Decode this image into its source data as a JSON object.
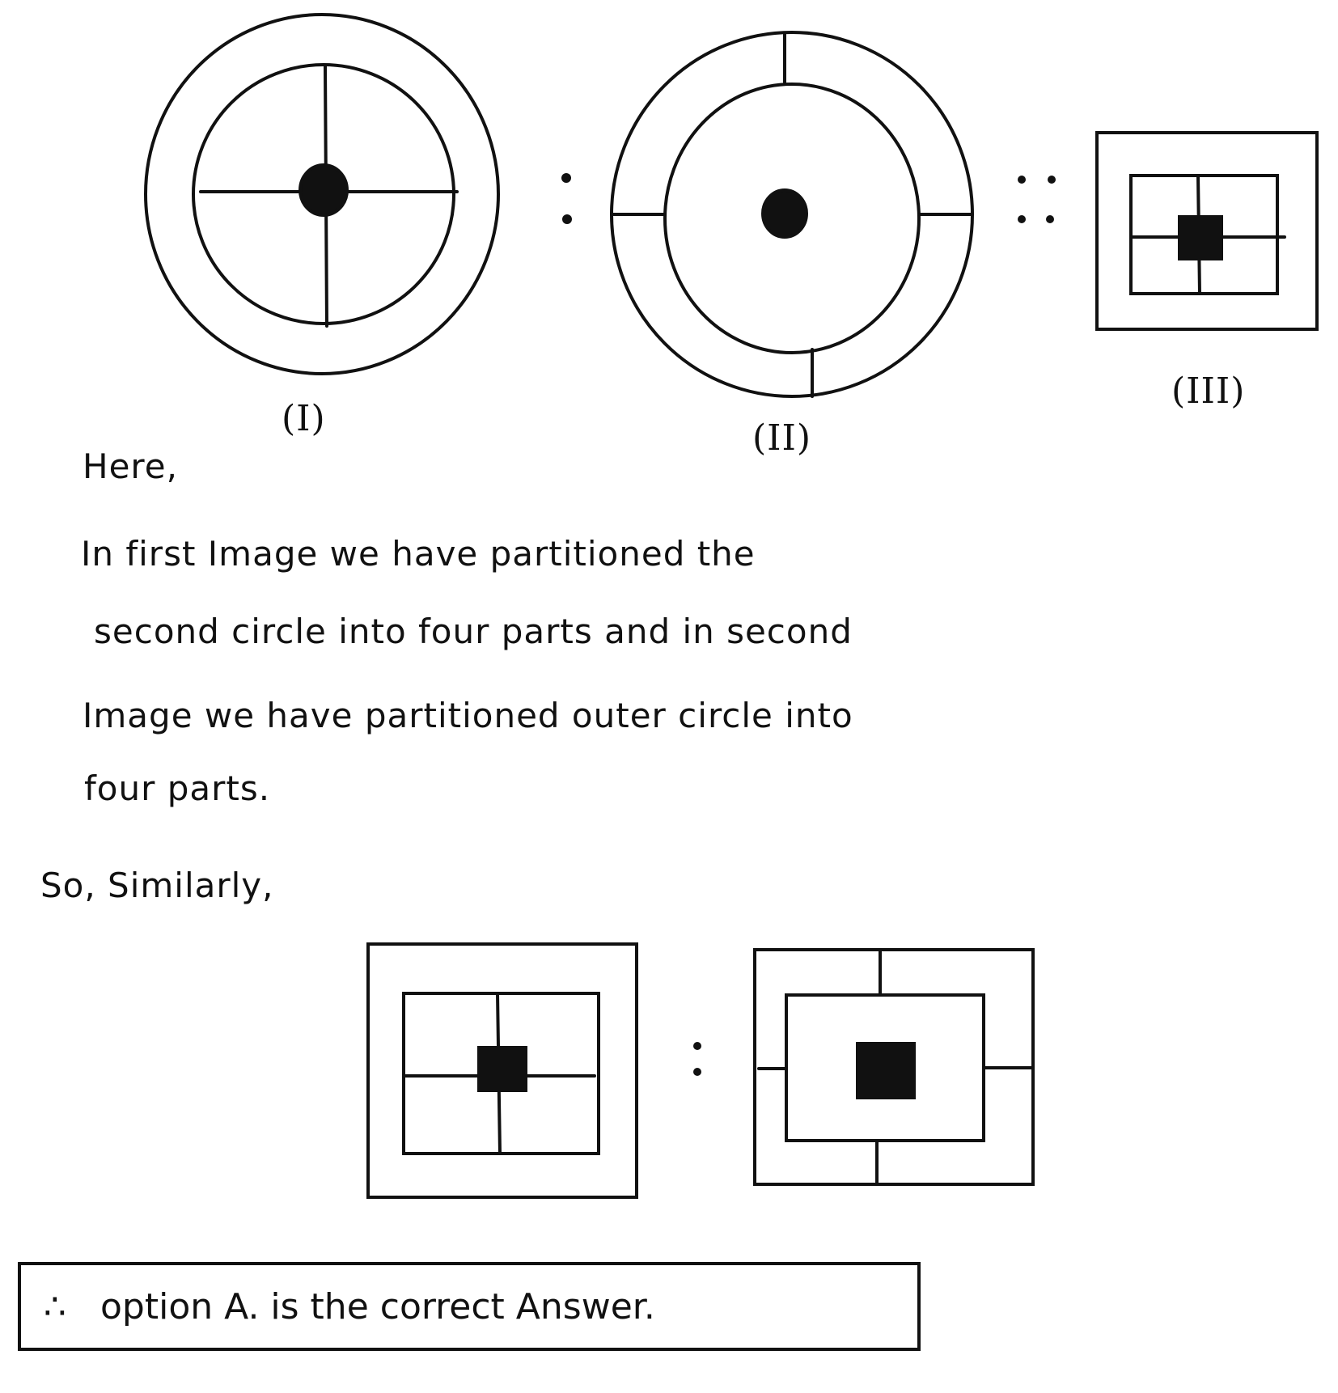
{
  "figure_labels": {
    "first": "(I)",
    "second": "(II)",
    "third": "(III)"
  },
  "explanation": {
    "intro": "Here,",
    "lines": [
      "In first Image we have partitioned the",
      "second circle into four parts and in second",
      "Image we have partitioned outer circle into",
      "four parts."
    ],
    "conclusion_lead": "So, Similarly,"
  },
  "answer": {
    "therefore_symbol": "∴",
    "text": "option A. is the correct Answer."
  },
  "colors": {
    "ink": "#111111",
    "paper": "#ffffff"
  }
}
